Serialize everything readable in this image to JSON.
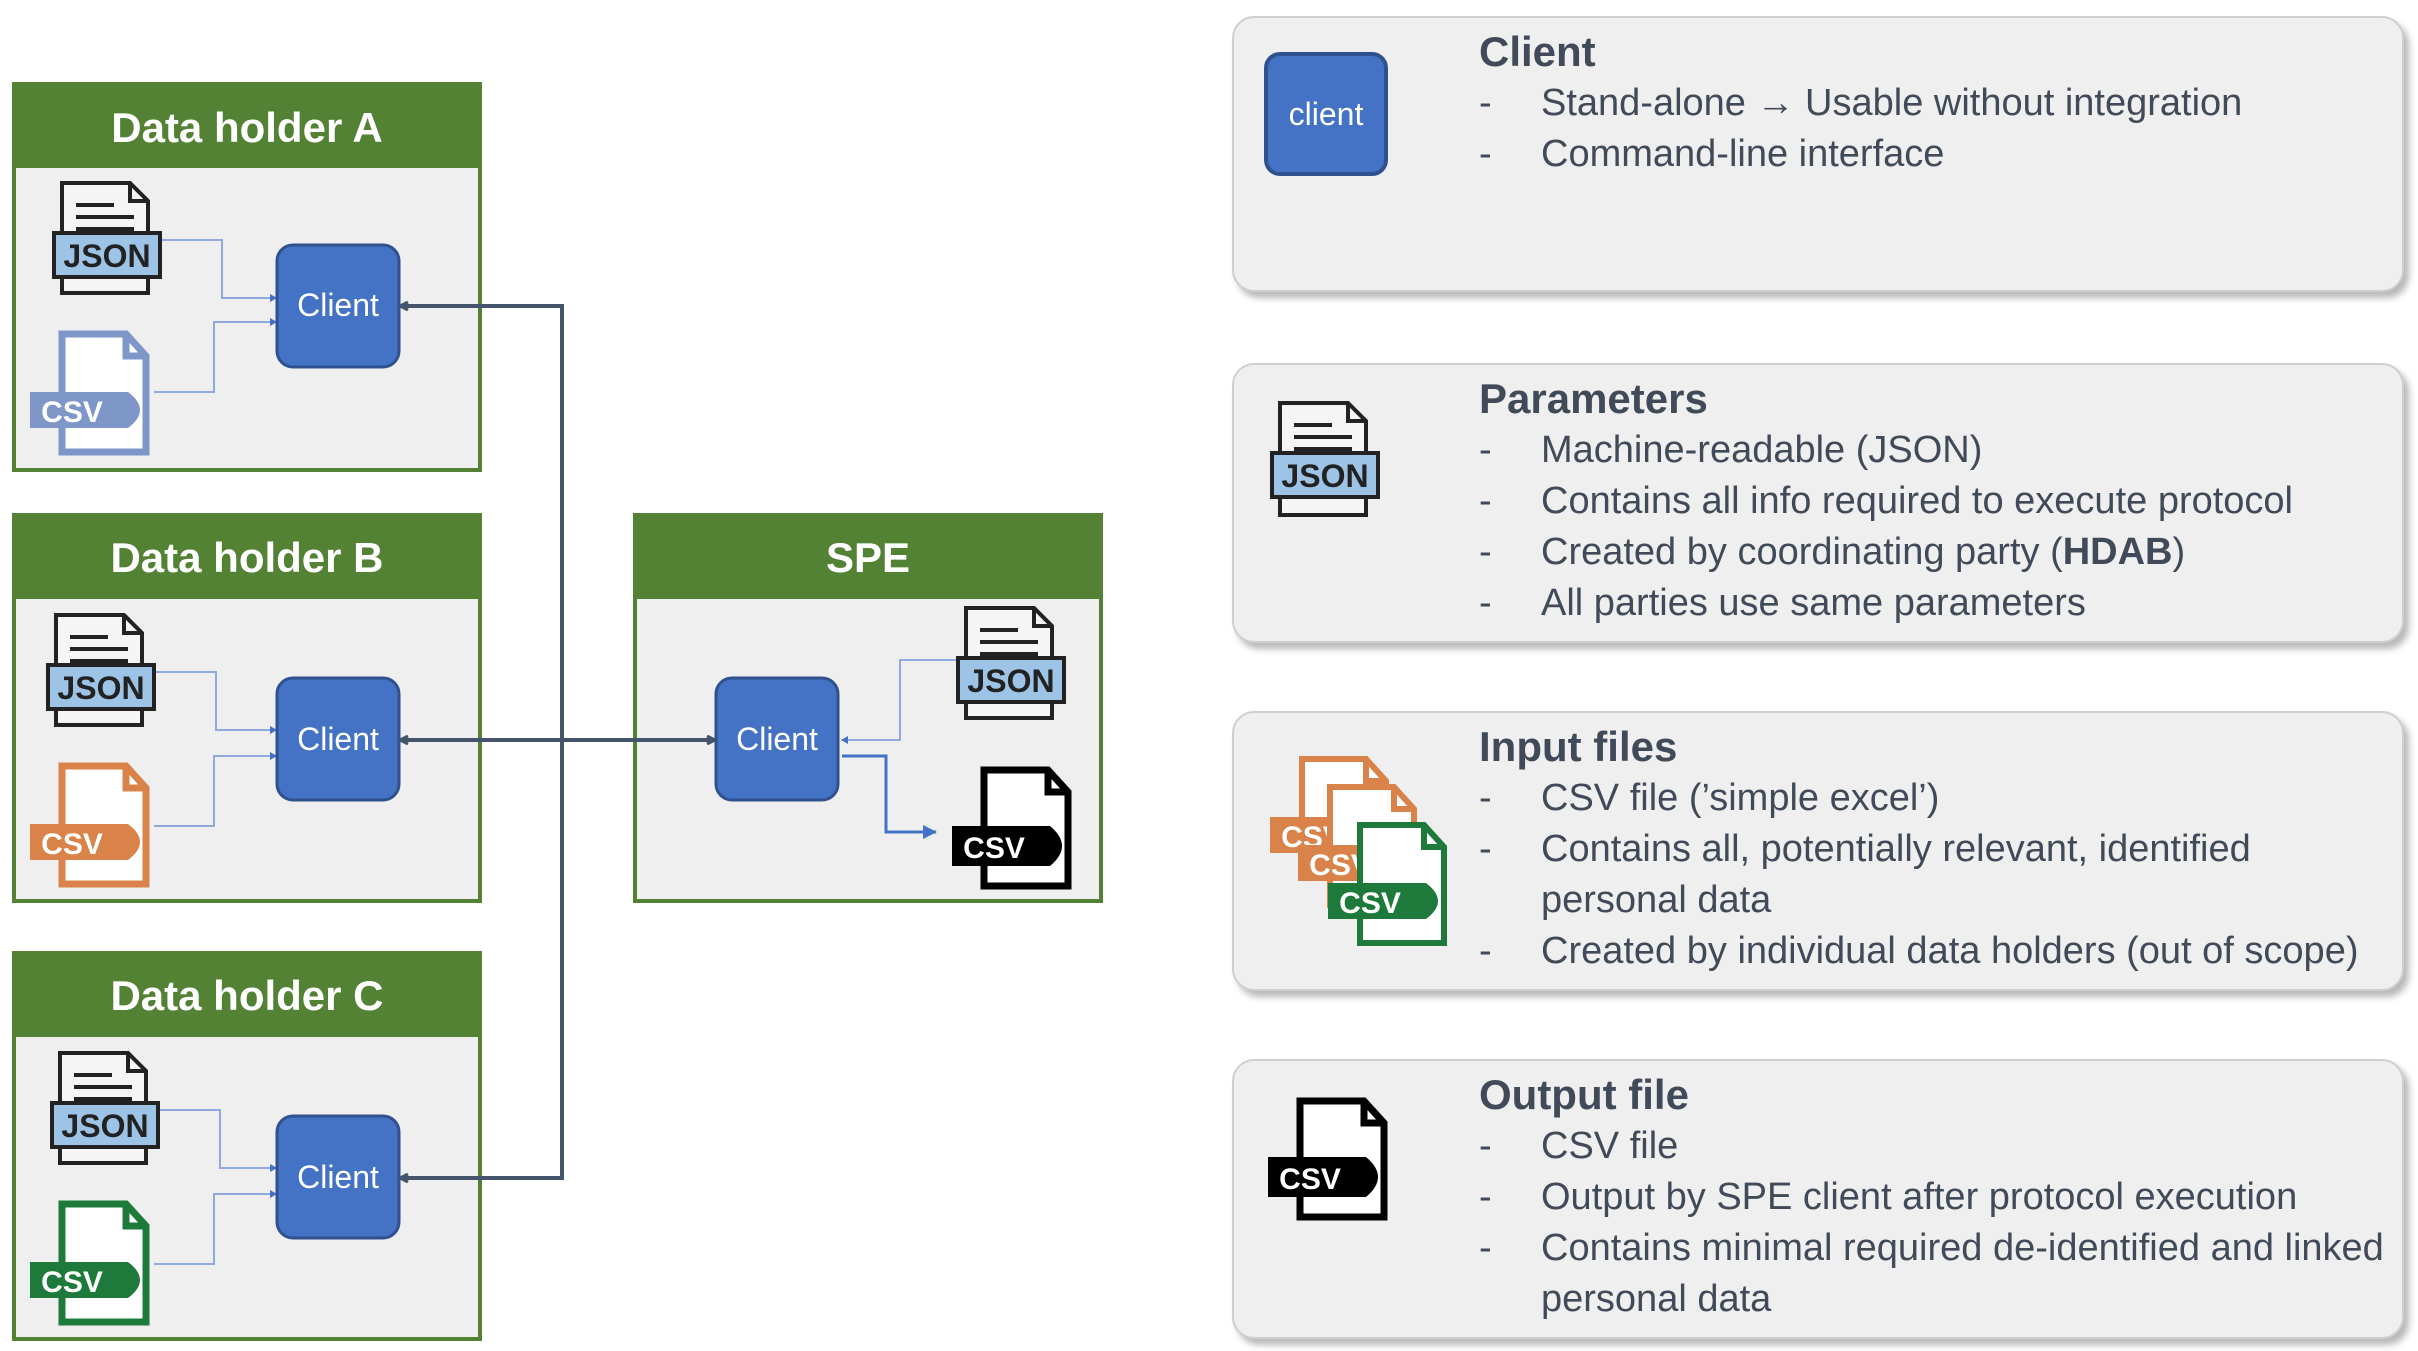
{
  "colors": {
    "green_header": "#538135",
    "green_border": "#548235",
    "client_fill": "#4472c4",
    "client_border": "#2f528f",
    "connector": "#44546a",
    "csv_blue": "#7f97c8",
    "csv_orange": "#d9834a",
    "csv_green": "#1e7a3a",
    "json_blue": "#9dc3e6",
    "text": "#404a58"
  },
  "icons": {
    "json": "json-document-icon",
    "csv": "csv-document-icon"
  },
  "diagram": {
    "holders": [
      {
        "title": "Data holder A",
        "client": "Client",
        "json_label": "JSON",
        "csv_label": "CSV",
        "csv_color": "#7f97c8"
      },
      {
        "title": "Data holder B",
        "client": "Client",
        "json_label": "JSON",
        "csv_label": "CSV",
        "csv_color": "#d9834a"
      },
      {
        "title": "Data holder C",
        "client": "Client",
        "json_label": "JSON",
        "csv_label": "CSV",
        "csv_color": "#1e7a3a"
      }
    ],
    "spe": {
      "title": "SPE",
      "client": "Client",
      "json_label": "JSON",
      "csv_label": "CSV"
    }
  },
  "legend": {
    "client": {
      "icon_label": "client",
      "title": "Client",
      "items": [
        "Stand-alone → Usable without integration",
        "Command-line interface"
      ]
    },
    "parameters": {
      "icon_label": "JSON",
      "title": "Parameters",
      "items": [
        "Machine-readable (JSON)",
        "Contains all info required to execute protocol",
        "Created by coordinating party ",
        "All parties use same parameters"
      ],
      "bold": "HDAB",
      "bold_open": "(",
      "bold_close": ")"
    },
    "input_files": {
      "icon_label": "CSV",
      "title": "Input files",
      "items": [
        "CSV file (’simple excel’)",
        "Contains all, potentially relevant, identified personal data",
        "Created by individual data holders (out of scope)"
      ]
    },
    "output_file": {
      "icon_label": "CSV",
      "title": "Output file",
      "items": [
        "CSV file",
        "Output by SPE client after protocol execution",
        "Contains minimal required de-identified and linked personal data"
      ]
    }
  }
}
